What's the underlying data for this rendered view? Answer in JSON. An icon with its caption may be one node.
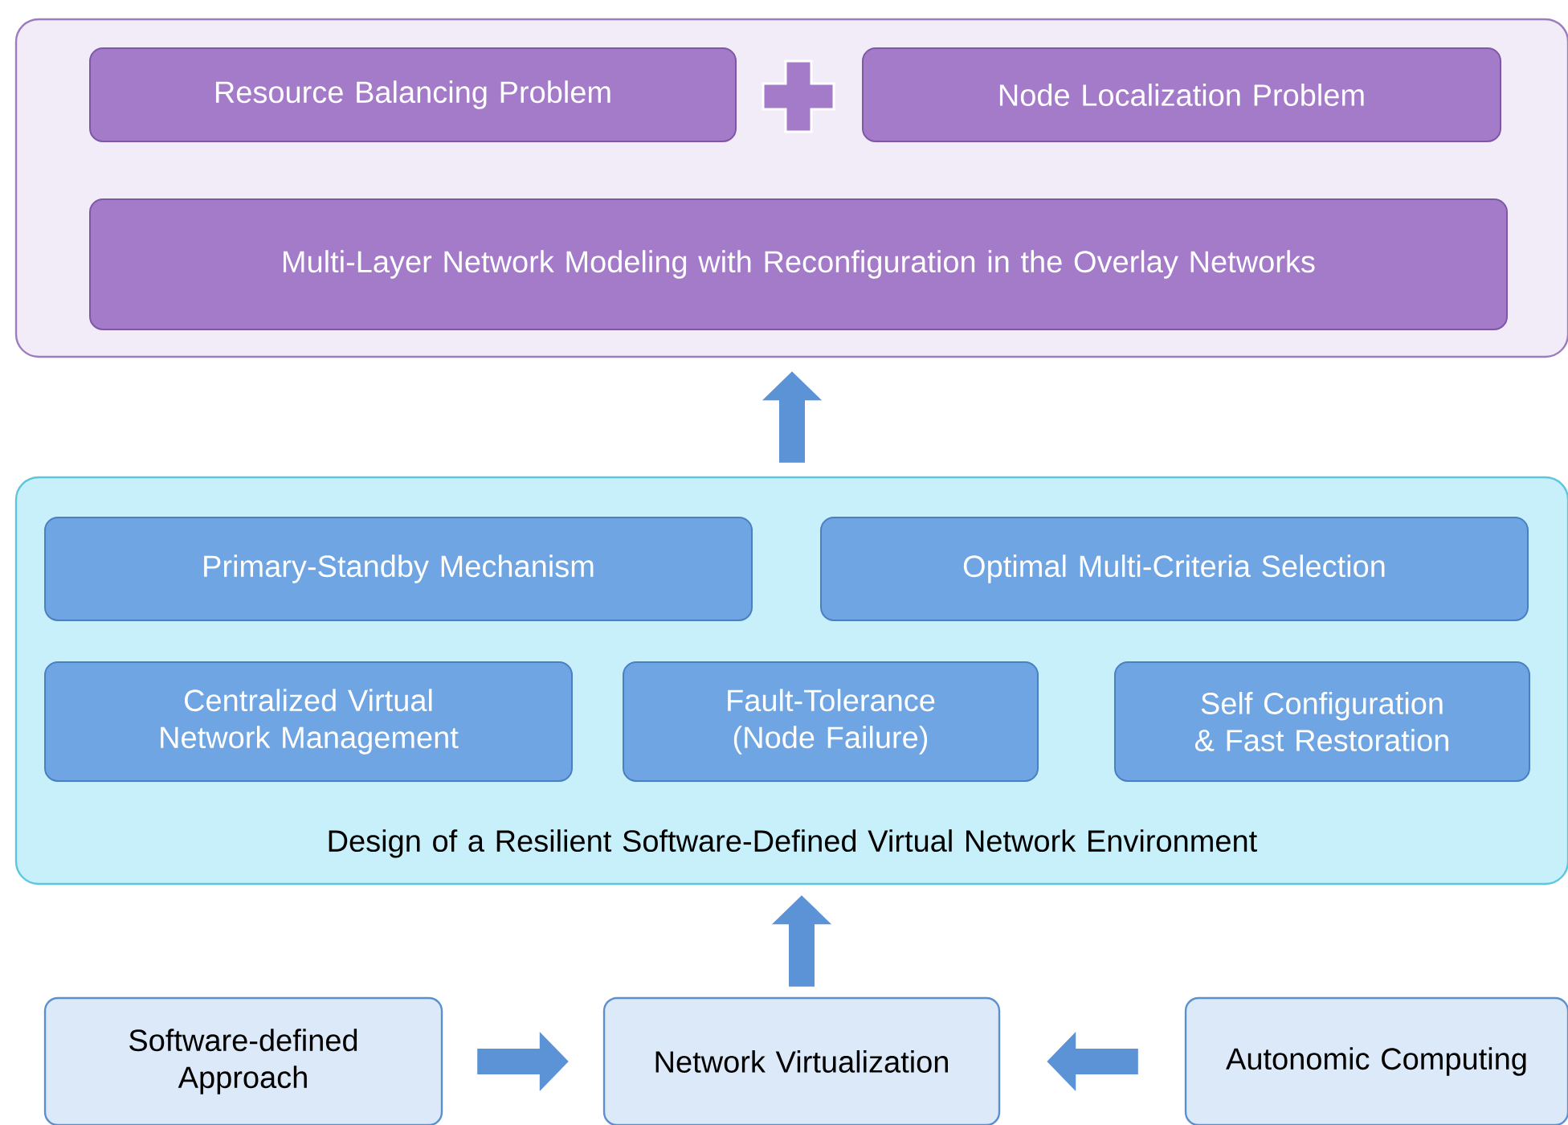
{
  "diagram": {
    "nodes": [
      {
        "text": [],
        "shape": "box"
      },
      {
        "text": [
          "Resource Balancing Problem"
        ],
        "in": 0
      },
      {
        "text": [
          "Node Localization Problem"
        ],
        "in": 0
      },
      {
        "text": [
          "Multi-Layer Network Modeling with Reconfiguration in the Overlay Networks"
        ],
        "in": 0
      },
      {
        "text": [
          "Design of a Resilient Software-Defined Virtual Network Environment"
        ]
      },
      {
        "text": [
          "Primary-Standby Mechanism"
        ],
        "in": 4
      },
      {
        "text": [
          "Optimal Multi-Criteria Selection"
        ],
        "in": 4
      },
      {
        "text": [
          "Centralized Virtual Network Management"
        ],
        "in": 4
      },
      {
        "text": [
          "Fault-Tolerance (Node Failure)"
        ],
        "in": 4
      },
      {
        "text": [
          "Self Configuration & Fast Restoration"
        ],
        "in": 4
      },
      {
        "text": [
          "Software-defined Approach"
        ]
      },
      {
        "text": [
          "Network Virtualization"
        ]
      },
      {
        "text": [
          "Autonomic Computing"
        ]
      }
    ],
    "edges": [
      {
        "from": 10,
        "to": 11,
        "arrow": "to"
      },
      {
        "from": 12,
        "to": 11,
        "arrow": "to"
      },
      {
        "from": 11,
        "to": 4,
        "arrow": "to"
      },
      {
        "from": 4,
        "to": 0,
        "arrow": "to"
      }
    ]
  }
}
